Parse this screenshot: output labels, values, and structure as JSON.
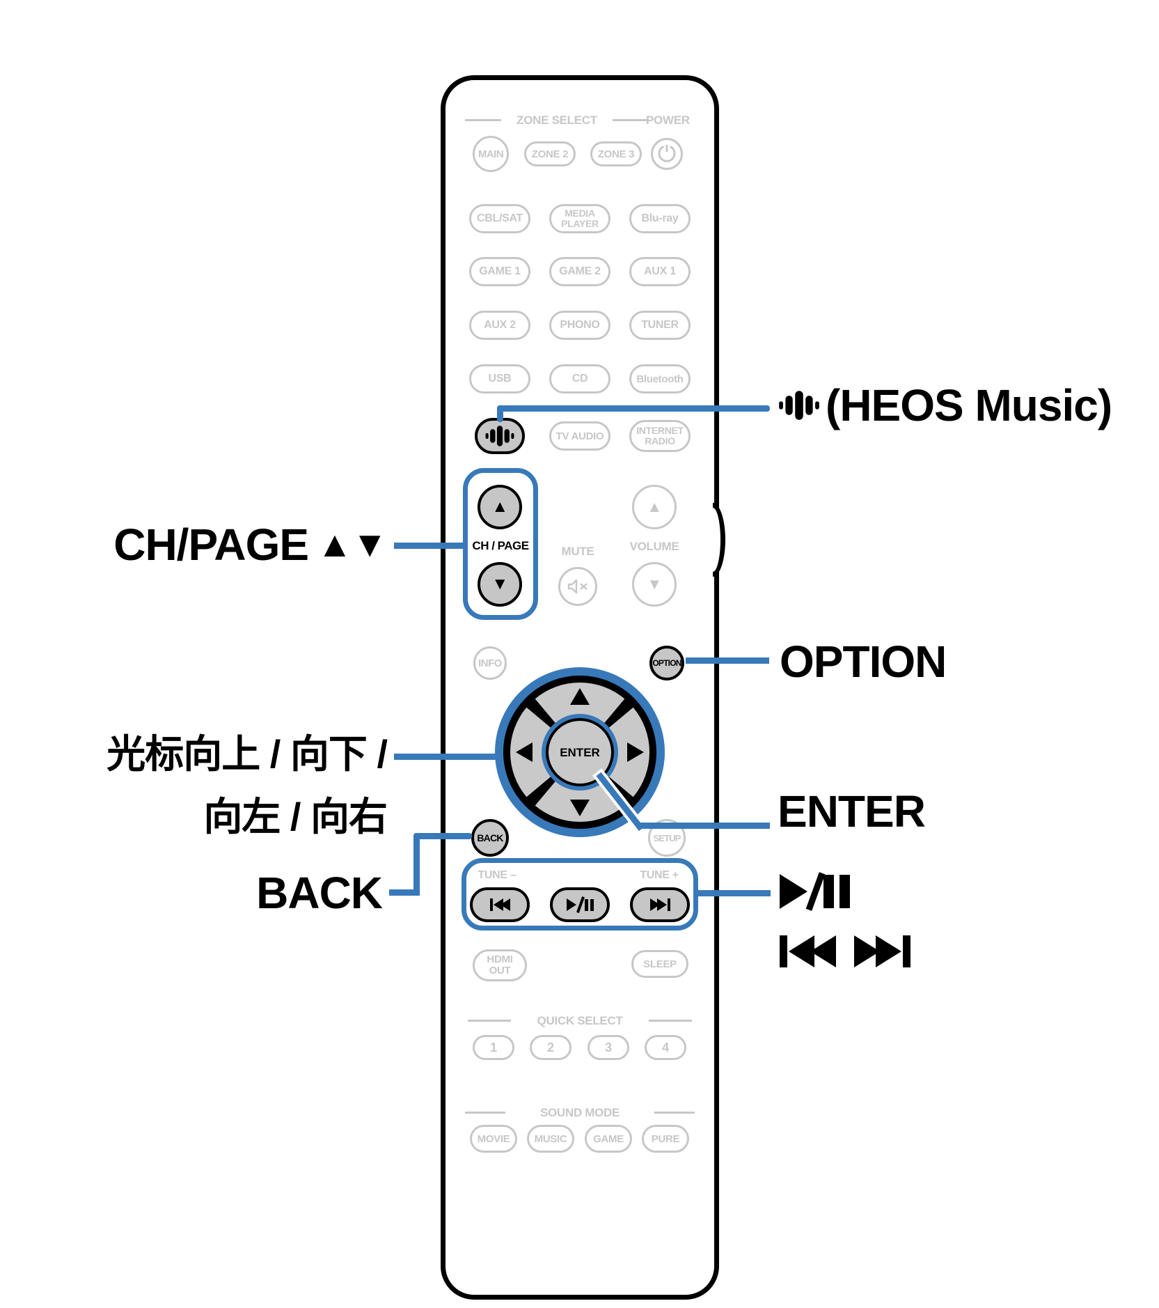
{
  "colors": {
    "accent_blue": "#3879ba",
    "outline_gray": "#c7c7c7",
    "button_fill": "#c6c6c6",
    "ink": "#000000"
  },
  "remote": {
    "header": {
      "zone_select": "ZONE SELECT",
      "power": "POWER"
    },
    "zone_row": {
      "main": "MAIN",
      "zone2": "ZONE 2",
      "zone3": "ZONE 3"
    },
    "icons": {
      "power": "power-icon",
      "heos": "heos-logo-icon",
      "mute": "mute-speaker-icon",
      "up_arrow": "▲",
      "down_arrow": "▼"
    },
    "sources": {
      "cbl_sat": "CBL/SAT",
      "media_player_line1": "MEDIA",
      "media_player_line2": "PLAYER",
      "blu_ray": "Blu-ray",
      "game1": "GAME 1",
      "game2": "GAME 2",
      "aux1": "AUX 1",
      "aux2": "AUX 2",
      "phono": "PHONO",
      "tuner": "TUNER",
      "usb": "USB",
      "cd": "CD",
      "bluetooth": "Bluetooth",
      "tv_audio": "TV AUDIO",
      "internet_radio_line1": "INTERNET",
      "internet_radio_line2": "RADIO"
    },
    "ch_page": {
      "label": "CH / PAGE",
      "up": "▲",
      "down": "▼"
    },
    "volume": {
      "label": "VOLUME",
      "up": "▲",
      "down": "▼"
    },
    "mute_label": "MUTE",
    "info": "INFO",
    "option": "OPTION",
    "enter": "ENTER",
    "back": "BACK",
    "setup": "SETUP",
    "tune_minus": "TUNE –",
    "tune_plus": "TUNE +",
    "hdmi_line1": "HDMI",
    "hdmi_line2": "OUT",
    "sleep": "SLEEP",
    "quick_select": {
      "label": "QUICK SELECT",
      "b1": "1",
      "b2": "2",
      "b3": "3",
      "b4": "4"
    },
    "sound_mode": {
      "label": "SOUND MODE",
      "movie": "MOVIE",
      "music": "MUSIC",
      "game": "GAME",
      "pure": "PURE"
    }
  },
  "callouts": {
    "heos": "(HEOS Music)",
    "ch_page": "CH/PAGE",
    "ch_page_arrows": "▲▼",
    "cursor_line1": "光标向上 / 向下 /",
    "cursor_line2": "向左 / 向右",
    "option": "OPTION",
    "enter": "ENTER",
    "back": "BACK",
    "play_pause_icon": "play-pause-icon",
    "skip_icons": "skip-back-forward-icon"
  }
}
